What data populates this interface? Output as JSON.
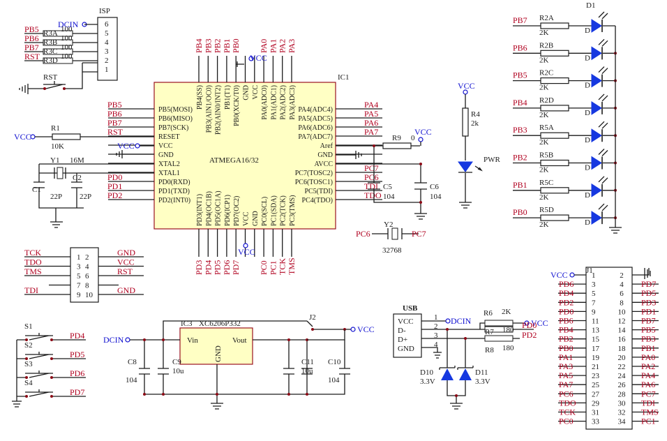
{
  "isp": {
    "title": "ISP",
    "pins": [
      "6",
      "5",
      "4",
      "3",
      "2",
      "1"
    ],
    "dcin": "DCIN",
    "nets": [
      "PB5",
      "PB6",
      "PB7",
      "RST"
    ],
    "resistors": [
      "R3A",
      "R3B",
      "R3C",
      "R3D"
    ],
    "res_vals": [
      "100",
      "100",
      "100",
      "100"
    ],
    "switch": "RST"
  },
  "mcu": {
    "ref": "IC1",
    "part": "ATMEGA16/32",
    "left_pins": [
      "PB5(MOSI)",
      "PB6(MISO)",
      "PB7(SCK)",
      "RESET",
      "VCC",
      "GND",
      "XTAL2",
      "XTAL1",
      "PD0(RXD)",
      "PD1(TXD)",
      "PD2(INT0)"
    ],
    "left_nets": [
      "PB5",
      "PB6",
      "PB7",
      "RST",
      "",
      "",
      "",
      "",
      "PD0",
      "PD1",
      "PD2"
    ],
    "right_pins": [
      "PA4(ADC4)",
      "PA5(ADC5)",
      "PA6(ADC6)",
      "PA7(ADC7)",
      "Aref",
      "GND",
      "AVCC",
      "PC7(TOSC2)",
      "PC6(TOSC1)",
      "PC5(TDI)",
      "PC4(TDO)"
    ],
    "right_nets": [
      "PA4",
      "PA5",
      "PA6",
      "PA7",
      "",
      "",
      "",
      "PC7",
      "PC6",
      "TDI",
      "TDO"
    ],
    "top_pins": [
      "PB4(SS)",
      "PB3(AIN1/OC0)",
      "PB2(AIN0/INT2)",
      "PB1(T1)",
      "PB0(XCK/T0)",
      "GND",
      "VCC",
      "PA0(ADC0)",
      "PA1(ADC1)",
      "PA2(ADC2)",
      "PA3(ADC3)"
    ],
    "top_nets": [
      "PB4",
      "PB3",
      "PB2",
      "PB1",
      "PB0",
      "",
      "",
      "PA0",
      "PA1",
      "PA2",
      "PA3"
    ],
    "bottom_pins": [
      "PD3(INT1)",
      "PD4(OC1B)",
      "PD5(OC1A)",
      "PD6(ICP1)",
      "PD7(OC2)",
      "VCC",
      "GND",
      "PC0(SCL)",
      "PC1(SDA)",
      "PC2(TCK)",
      "PC3(TMS)"
    ],
    "bottom_nets": [
      "PD3",
      "PD4",
      "PD5",
      "PD6",
      "PD7",
      "",
      "",
      "PC0",
      "PC1",
      "TCK",
      "TMS"
    ]
  },
  "reset": {
    "r": "R1",
    "val": "10K",
    "vcc": "VCC",
    "net": "RST"
  },
  "vcc_pin_label": "VCC",
  "crystal": {
    "ref": "Y1",
    "val": "16M",
    "c1": "C1",
    "c1v": "22P",
    "c2": "C2",
    "c2v": "22P"
  },
  "aref": {
    "r9": "R9",
    "r9v": "0",
    "vcc": "VCC",
    "c5": "C5",
    "c5v": "104",
    "c6": "C6",
    "c6v": "104"
  },
  "rtc": {
    "ref": "Y2",
    "val": "32768",
    "a": "PC6",
    "b": "PC7"
  },
  "pwr_led": {
    "vcc": "VCC",
    "r": "R4",
    "rv": "2k",
    "label": "PWR"
  },
  "leds": {
    "nets": [
      "PB7",
      "PB6",
      "PB5",
      "PB4",
      "PB3",
      "PB2",
      "PB1",
      "PB0"
    ],
    "res": [
      "R2A",
      "R2B",
      "R2C",
      "R2D",
      "R5A",
      "R5B",
      "R5C",
      "R5D"
    ],
    "val": "2K",
    "top_led": "D1",
    "led_ref": "D"
  },
  "jtag": {
    "left_nets": [
      "TCK",
      "TDO",
      "TMS",
      "",
      "TDI"
    ],
    "right_nets": [
      "GND",
      "VCC",
      "RST",
      "",
      "GND"
    ],
    "pins": [
      [
        "1",
        "2"
      ],
      [
        "3",
        "4"
      ],
      [
        "5",
        "6"
      ],
      [
        "7",
        "8"
      ],
      [
        "9",
        "10"
      ]
    ]
  },
  "switches": {
    "refs": [
      "S1",
      "S2",
      "S3",
      "S4"
    ],
    "nets": [
      "PD4",
      "PD5",
      "PD6",
      "PD7"
    ]
  },
  "regulator": {
    "ref": "IC3",
    "part": "XC6206P332",
    "vin": "Vin",
    "vout": "Vout",
    "gnd": "GND",
    "dcin": "DCIN",
    "vcc": "VCC",
    "jumper": "J2",
    "c8": "C8",
    "c8v": "104",
    "c9": "C9",
    "c9v": "10u",
    "c11": "C11",
    "c11v": "10u",
    "c10": "C10",
    "c10v": "104"
  },
  "usb": {
    "title": "USB",
    "pins": [
      "VCC",
      "D-",
      "D+",
      "GND"
    ],
    "nums": [
      "1",
      "2",
      "3",
      "4"
    ],
    "dcin": "DCIN",
    "r6": "R6",
    "r6v": "2K",
    "r7": "R7",
    "r7v": "180",
    "r8": "R8",
    "r8v": "180",
    "vcc": "VCC",
    "net_dm": "PD0",
    "net_dp": "PD2",
    "d10": "D10",
    "d10v": "3.3V",
    "d11": "D11",
    "d11v": "3.3V"
  },
  "header": {
    "ref": "J1",
    "vcc": "VCC",
    "left_nets": [
      "",
      "PD6",
      "PD4",
      "PD2",
      "PD0",
      "PB6",
      "PB4",
      "PB2",
      "PB0",
      "PA1",
      "PA3",
      "PA5",
      "PA7",
      "PC6",
      "TDO",
      "TCK",
      "PC0"
    ],
    "right_nets": [
      "",
      "PD7",
      "PD5",
      "PD3",
      "PD1",
      "PB7",
      "PB5",
      "PB3",
      "PB1",
      "PA0",
      "PA2",
      "PA4",
      "PA6",
      "PC7",
      "TDI",
      "TMS",
      "PC1"
    ]
  }
}
